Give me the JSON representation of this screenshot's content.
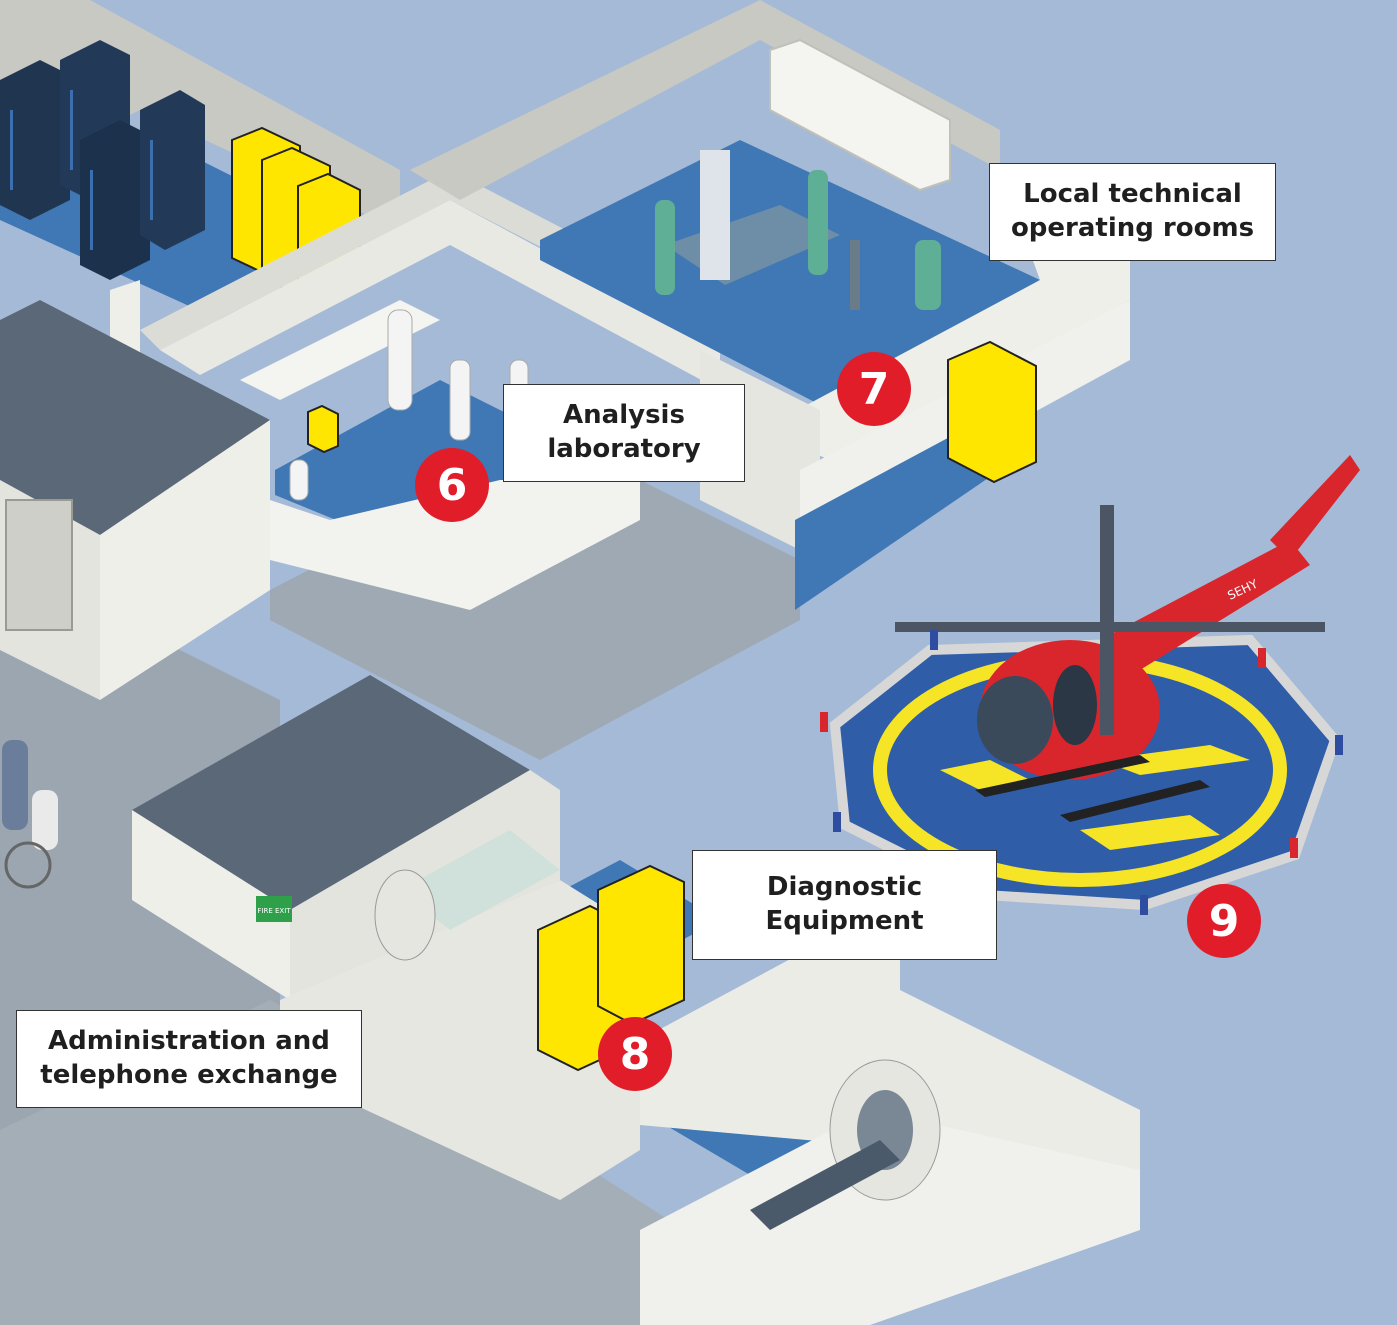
{
  "labels": {
    "operating_rooms": {
      "line1": "Local technical",
      "line2": "operating rooms"
    },
    "analysis_lab": {
      "line1": "Analysis",
      "line2": "laboratory"
    },
    "diagnostic": {
      "line1": "Diagnostic",
      "line2": "Equipment"
    },
    "administration": {
      "line1": "Administration and",
      "line2": "telephone exchange"
    }
  },
  "badges": {
    "lab": "6",
    "operating": "7",
    "diagnostic": "8",
    "helipad": "9"
  },
  "signs": {
    "fire_exit": "FIRE EXIT",
    "helicopter_tail": "SEHY"
  },
  "colors": {
    "background": "#a5bad6",
    "floor_blue": "#3f78b5",
    "wall_white": "#efefea",
    "wall_shadow": "#c9c9c3",
    "roof_dark": "#5b6878",
    "cabinet_yellow": "#ffe600",
    "server_dark": "#1f3550",
    "badge_red": "#e11d2a",
    "helicopter_red": "#d8262c",
    "helipad_blue": "#3564b1",
    "helipad_yellow": "#f6e526"
  }
}
